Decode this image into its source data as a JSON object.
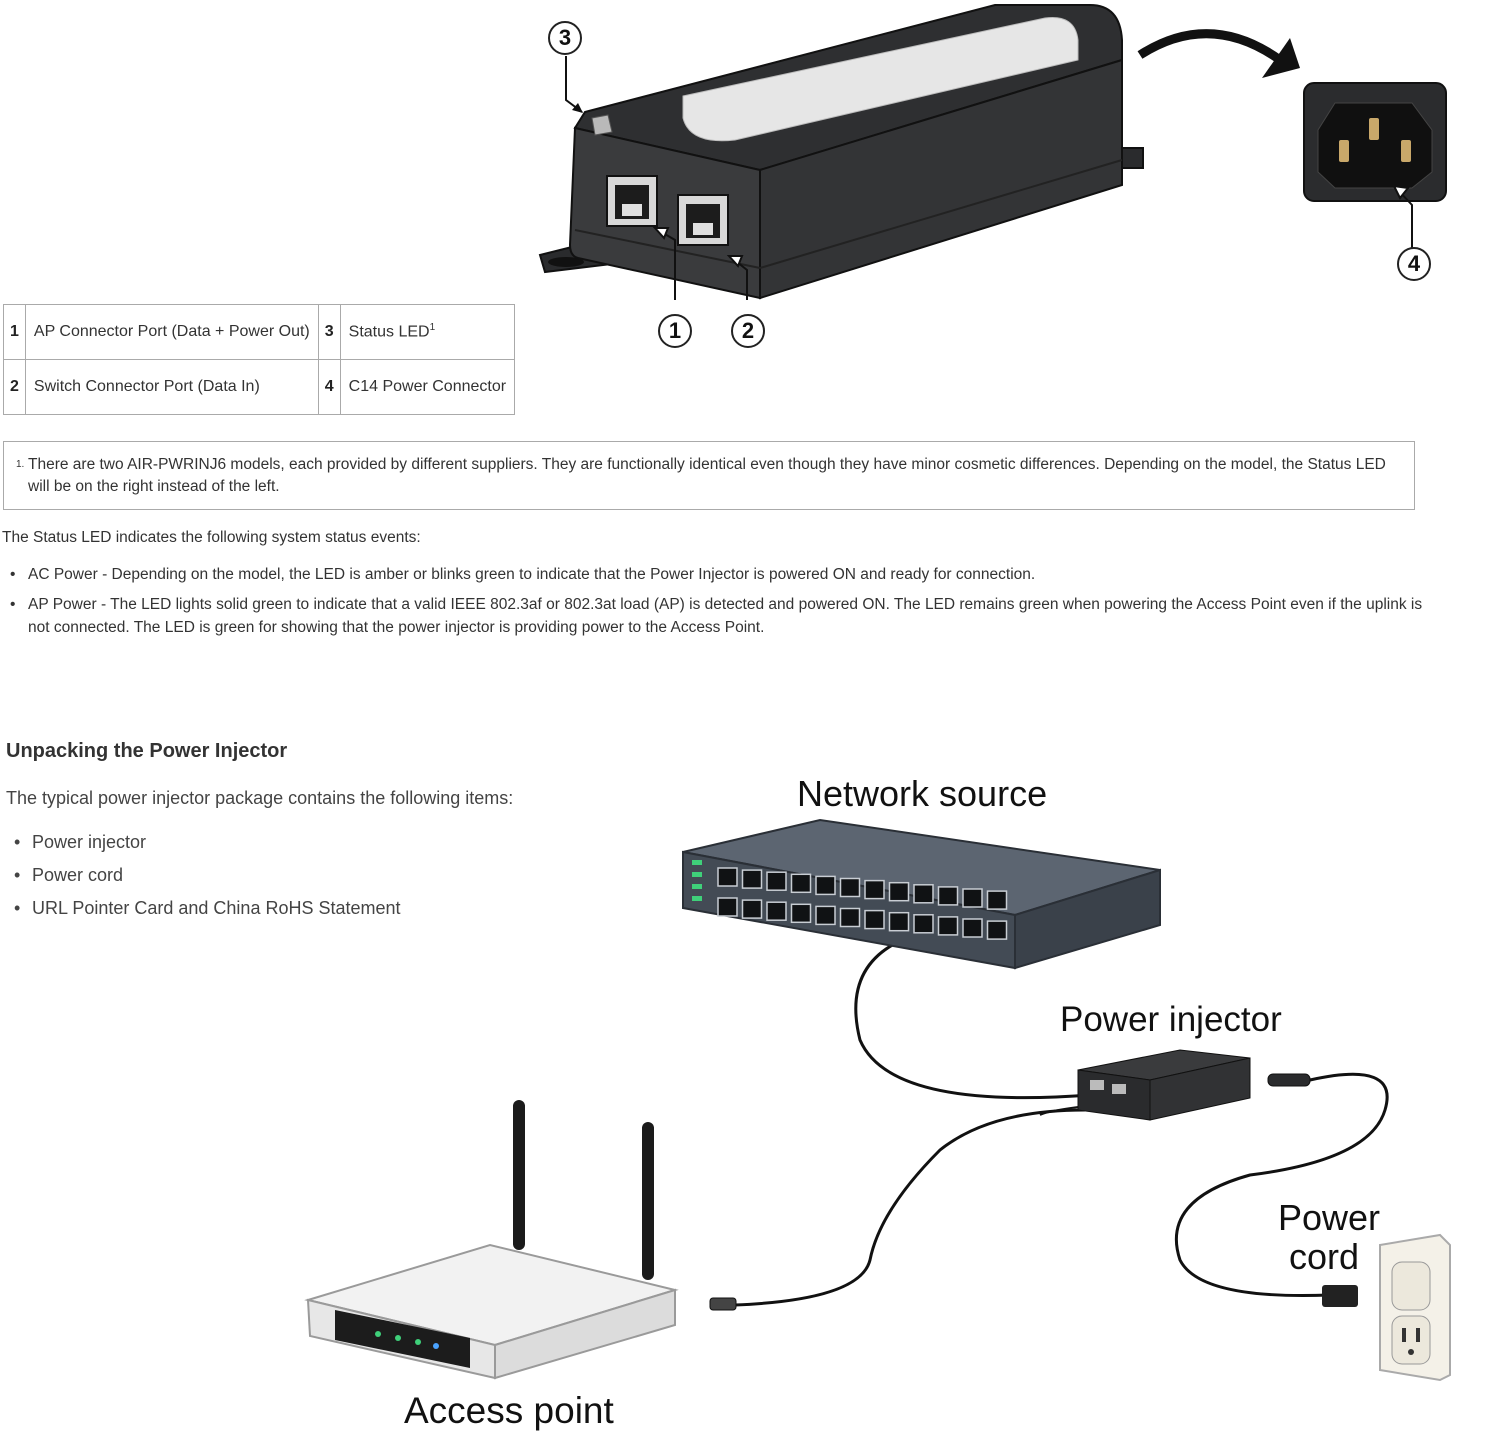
{
  "callouts": [
    "1",
    "2",
    "3",
    "4"
  ],
  "legend": [
    [
      {
        "num": "1",
        "label": "AP Connector Port (Data + Power Out)"
      },
      {
        "num": "3",
        "label": "Status LED",
        "sup": "1"
      }
    ],
    [
      {
        "num": "2",
        "label": "Switch Connector Port (Data In)"
      },
      {
        "num": "4",
        "label": "C14 Power Connector"
      }
    ]
  ],
  "footnote": {
    "mark": "1.",
    "text": "There are two AIR-PWRINJ6 models, each provided by different suppliers. They are functionally identical even though they have minor cosmetic differences. Depending on the model, the Status LED will be on the right instead of the left."
  },
  "status_intro": "The Status LED indicates the following system status events:",
  "status_events": [
    "AC Power - Depending on the model, the LED is amber or blinks green to indicate that the Power Injector is powered ON and ready for connection.",
    "AP Power - The LED lights solid green to indicate that a valid IEEE 802.3af or 802.3at load (AP) is detected and powered ON. The LED remains green when powering the Access Point even if the uplink is not connected. The LED is green for showing that the power injector is providing power to the Access Point."
  ],
  "unpacking": {
    "heading": "Unpacking the Power Injector",
    "intro": "The typical power injector package contains the following items:",
    "items": [
      "Power injector",
      "Power cord",
      "URL Pointer Card and China RoHS Statement"
    ]
  },
  "diagram_labels": {
    "network_source": "Network source",
    "power_injector": "Power injector",
    "power_cord_line1": "Power",
    "power_cord_line2": "cord",
    "access_point": "Access point"
  },
  "colors": {
    "injector_body": "#3a3b3d",
    "injector_top": "#2c2d2f",
    "led_green": "#3fd07a",
    "text": "#333333"
  }
}
